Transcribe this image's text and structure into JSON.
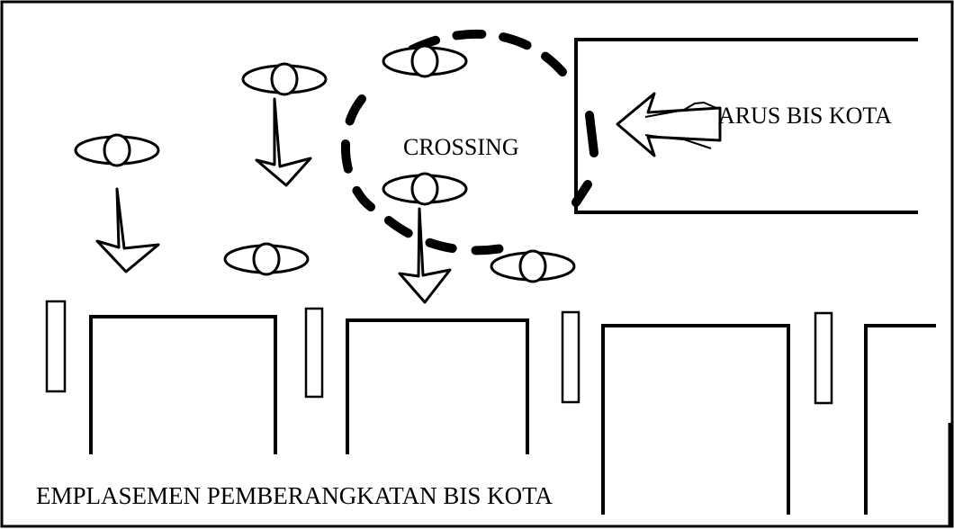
{
  "labels": {
    "crossing": "CROSSING",
    "flow": "ARUS BIS KOTA",
    "platform": "EMPLASEMEN PEMBERANGKATAN BIS KOTA"
  },
  "people": [
    {
      "id": "person-1",
      "facing": "down"
    },
    {
      "id": "person-2",
      "facing": "down"
    },
    {
      "id": "person-3",
      "facing": "down"
    },
    {
      "id": "person-4",
      "facing": "down"
    },
    {
      "id": "person-5",
      "facing": "down"
    },
    {
      "id": "person-6",
      "facing": "down"
    }
  ],
  "colors": {
    "ink": "#000000",
    "background": "#ffffff"
  }
}
